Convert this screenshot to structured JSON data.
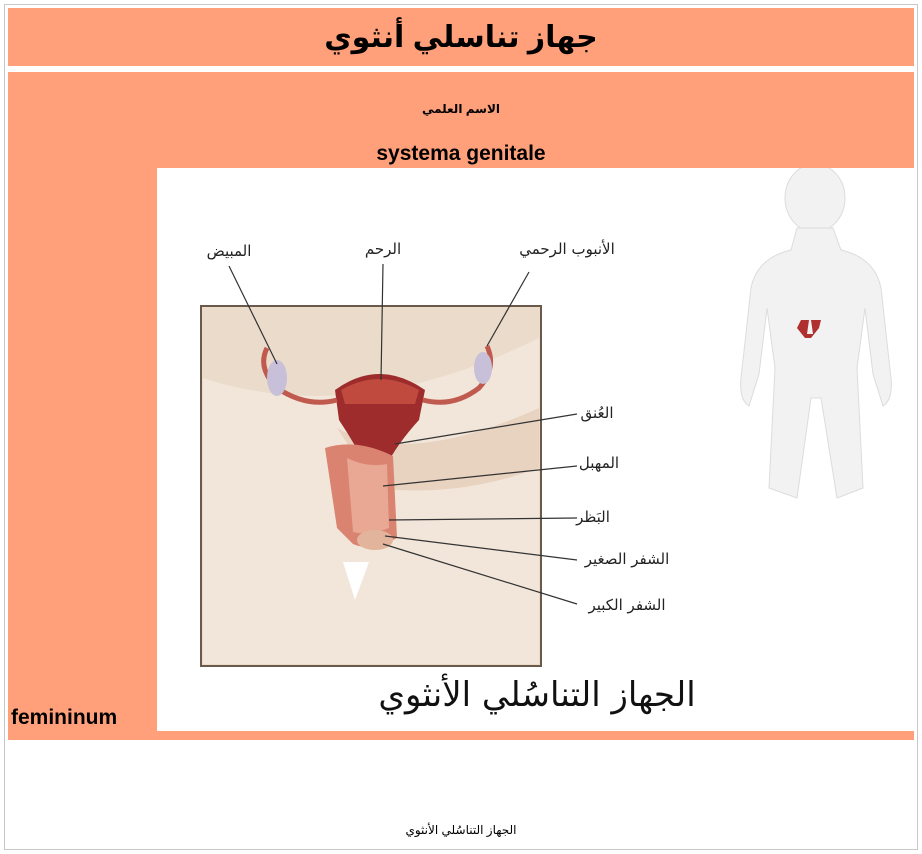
{
  "header": {
    "title": "جهاز تناسلي أنثوي"
  },
  "info": {
    "scientific_label": "الاسم العلمي",
    "scientific_name_line1": "systema genitale",
    "scientific_name_line2": "femininum"
  },
  "figure": {
    "labels": {
      "ovary": "المبيض",
      "uterus": "الرحم",
      "fallopian_tube": "الأنبوب الرحمي",
      "cervix": "العُنق",
      "vagina": "المهبل",
      "clitoris": "البَظر",
      "labia_minora": "الشفر الصغير",
      "labia_majora": "الشفر الكبير"
    },
    "image_title": "الجهاز التناسُلي الأنثوي"
  },
  "caption": "الجهاز التناسُلي الأنثوي",
  "colors": {
    "salmon": "#ffa07a",
    "tissue": "#c0504d",
    "skin": "#f2dcc8"
  }
}
